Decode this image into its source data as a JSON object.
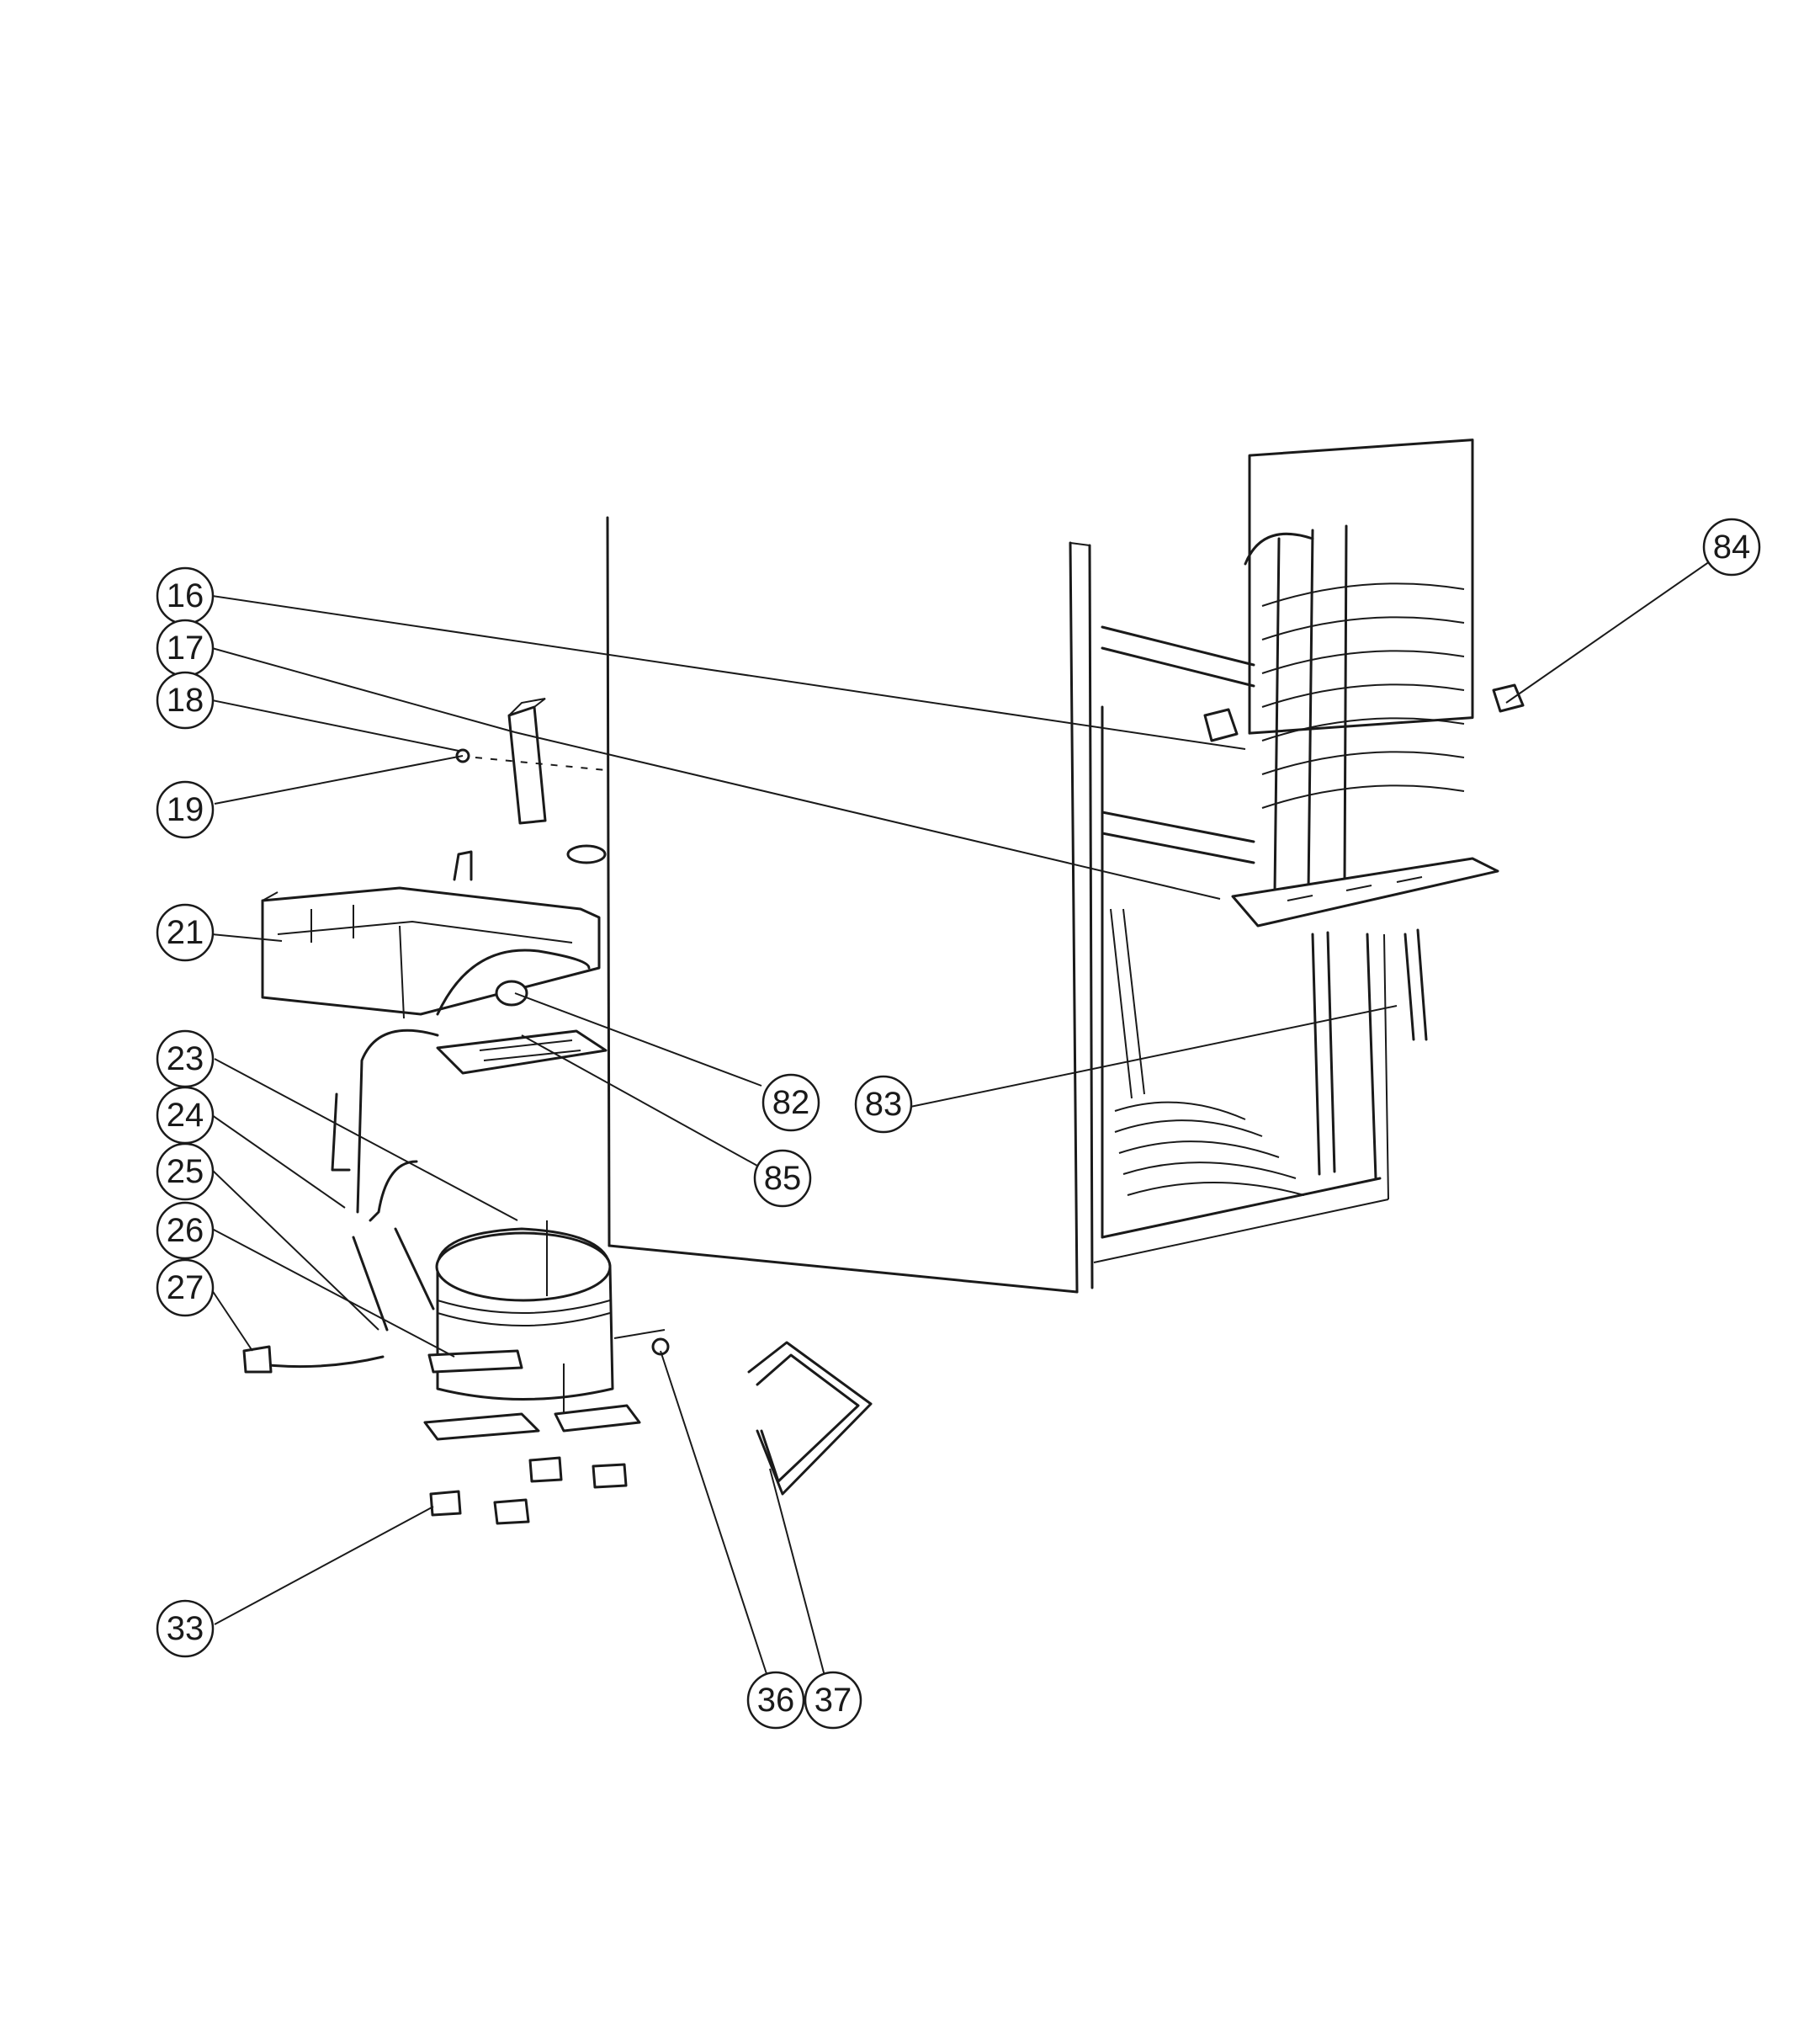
{
  "callouts": [
    {
      "label": "16"
    },
    {
      "label": "17"
    },
    {
      "label": "18"
    },
    {
      "label": "19"
    },
    {
      "label": "21"
    },
    {
      "label": "23"
    },
    {
      "label": "24"
    },
    {
      "label": "25"
    },
    {
      "label": "26"
    },
    {
      "label": "27"
    },
    {
      "label": "33"
    },
    {
      "label": "36"
    },
    {
      "label": "37"
    },
    {
      "label": "82"
    },
    {
      "label": "83"
    },
    {
      "label": "84"
    },
    {
      "label": "85"
    }
  ]
}
